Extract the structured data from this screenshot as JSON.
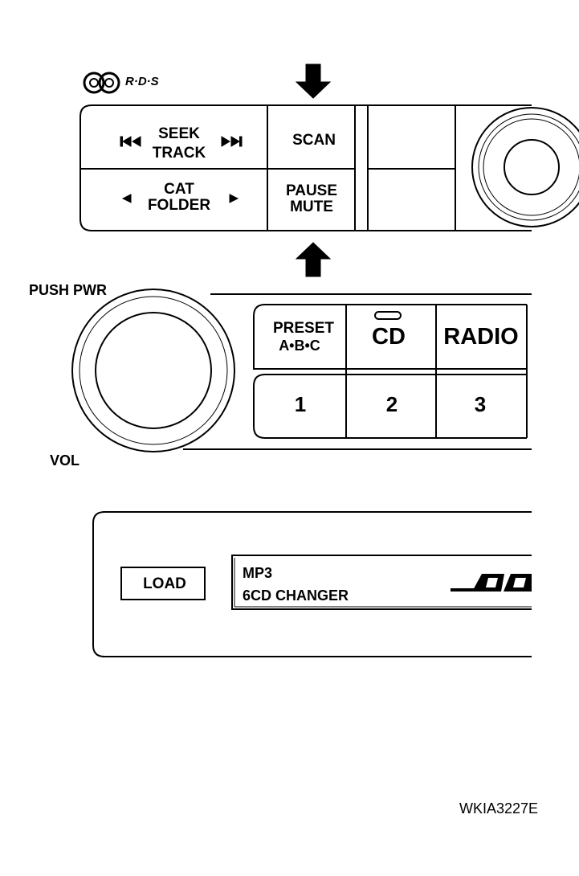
{
  "rds_logo": {
    "text": "R·D·S"
  },
  "upper_panel": {
    "seek_track": {
      "line1": "SEEK",
      "line2": "TRACK"
    },
    "scan": {
      "label": "SCAN"
    },
    "cat_folder": {
      "line1": "CAT",
      "line2": "FOLDER"
    },
    "pause_mute": {
      "line1": "PAUSE",
      "line2": "MUTE"
    }
  },
  "middle_panel": {
    "push_pwr_label": "PUSH PWR",
    "vol_label": "VOL",
    "preset": {
      "line1": "PRESET",
      "line2": "A•B•C"
    },
    "cd": {
      "label": "CD"
    },
    "radio": {
      "label": "RADIO"
    },
    "presets": [
      "1",
      "2",
      "3"
    ]
  },
  "lower_panel": {
    "load": {
      "label": "LOAD"
    },
    "display": {
      "line1": "MP3",
      "line2": "6CD CHANGER"
    },
    "brand_fragment": "BO"
  },
  "figure_code": "WKIA3227E",
  "colors": {
    "ink": "#000000",
    "paper": "#ffffff"
  }
}
